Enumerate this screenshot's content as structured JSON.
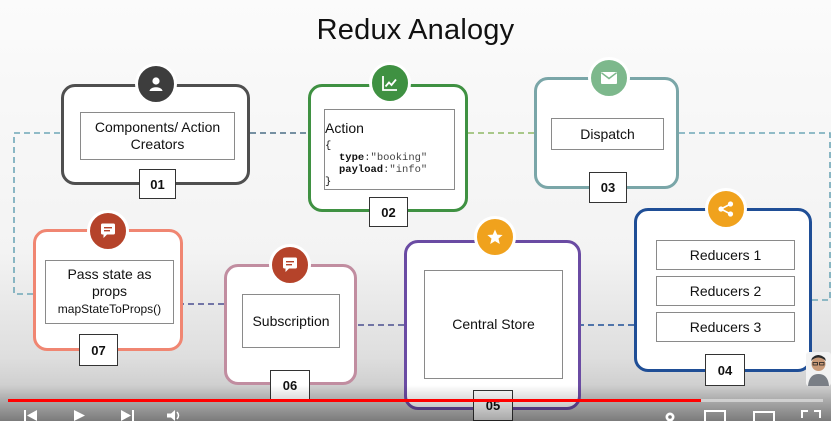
{
  "slide": {
    "title": "Redux Analogy"
  },
  "cards": {
    "c01": {
      "label": "Components/ Action\nCreators",
      "number": "01",
      "color": "#4f4f4f",
      "badge_color": "#3d3d3d",
      "icon": "user-icon"
    },
    "c02": {
      "label": "Action",
      "number": "02",
      "color": "#3f9142",
      "badge_color": "#3f9142",
      "icon": "chart-icon",
      "code": {
        "open": "{",
        "close": "}",
        "type_key": "type",
        "type_val": ":\"booking\"",
        "payload_key": "payload",
        "payload_val": ":\"info\""
      }
    },
    "c03": {
      "label": "Dispatch",
      "number": "03",
      "color": "#7aa6a8",
      "badge_color": "#7db88c",
      "icon": "mail-icon"
    },
    "c04": {
      "items": [
        "Reducers 1",
        "Reducers 2",
        "Reducers 3"
      ],
      "number": "04",
      "color": "#1f4e96",
      "badge_color": "#f0a21d",
      "icon": "share-icon"
    },
    "c05": {
      "label": "Central Store",
      "number": "05",
      "color": "#6a4ba3",
      "badge_color": "#f0a21d",
      "icon": "star-icon"
    },
    "c06": {
      "label": "Subscription",
      "number": "06",
      "color": "#c18da0",
      "badge_color": "#b5432a",
      "icon": "chat-icon"
    },
    "c07": {
      "label": "Pass state as\nprops",
      "sublabel": "mapStateToProps()",
      "number": "07",
      "color": "#f08672",
      "badge_color": "#b5432a",
      "icon": "chat-icon"
    }
  },
  "colors": {
    "connector_dark": "#4b6f86",
    "connector_green": "#8fb866",
    "connector_teal": "#6fa7b7",
    "progress": "#ff0000"
  },
  "player": {
    "progress_fraction": 0.85,
    "controls": [
      "skip-back-icon",
      "play-icon",
      "skip-forward-icon",
      "volume-icon",
      "settings-icon",
      "miniplayer-icon",
      "theater-icon",
      "fullscreen-icon"
    ]
  }
}
